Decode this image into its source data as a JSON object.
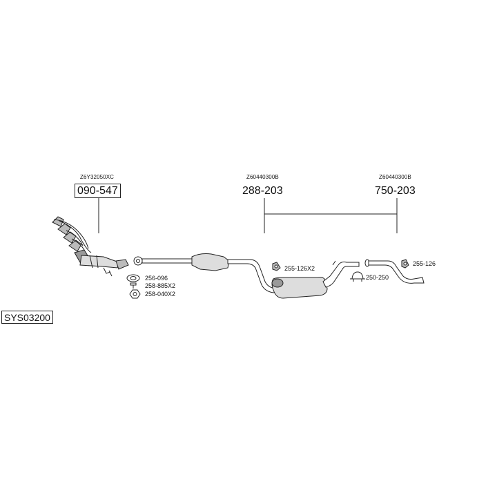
{
  "system_label": "SYS03200",
  "groups": [
    {
      "oem": "Z6Y32050XC",
      "part": "090-547"
    },
    {
      "oem": "Z60440300B",
      "part": "288-203"
    },
    {
      "oem": "Z60440300B",
      "part": "750-203"
    }
  ],
  "accessories": [
    {
      "label": "256-096",
      "icon": "gasket-icon"
    },
    {
      "label": "258-885X2",
      "icon": "bolt-icon"
    },
    {
      "label": "258-040X2",
      "icon": "nut-icon"
    },
    {
      "label": "255-126X2",
      "icon": "rubber-mount-icon"
    },
    {
      "label": "250-250",
      "icon": "clamp-icon"
    },
    {
      "label": "255-126",
      "icon": "rubber-mount-icon"
    }
  ]
}
